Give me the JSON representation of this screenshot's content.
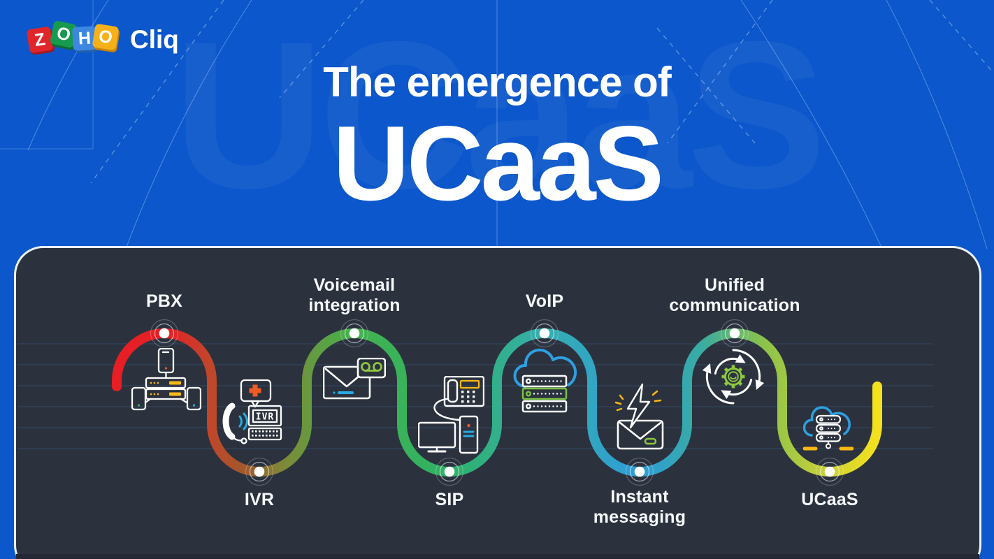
{
  "brand": {
    "logo_boxes": [
      {
        "letter": "Z",
        "color": "#e0262b"
      },
      {
        "letter": "O",
        "color": "#169a4e"
      },
      {
        "letter": "H",
        "color": "#3d87e0"
      },
      {
        "letter": "O",
        "color": "#f6b11a"
      }
    ],
    "product_name": "Cliq"
  },
  "header": {
    "title_line1": "The emergence of",
    "title_line2": "UCaaS",
    "background_watermark": "UCaaS"
  },
  "timeline": {
    "nodes": [
      {
        "label": "PBX",
        "position": "top",
        "icon": "pbx-network-icon"
      },
      {
        "label": "IVR",
        "position": "bottom",
        "icon": "ivr-system-icon"
      },
      {
        "label": "Voicemail integration",
        "position": "top",
        "icon": "voicemail-envelope-icon"
      },
      {
        "label": "SIP",
        "position": "bottom",
        "icon": "sip-phone-computer-icon"
      },
      {
        "label": "VoIP",
        "position": "top",
        "icon": "voip-cloud-servers-icon"
      },
      {
        "label": "Instant messaging",
        "position": "bottom",
        "icon": "instant-messaging-icon"
      },
      {
        "label": "Unified communication",
        "position": "top",
        "icon": "unified-communication-icon"
      },
      {
        "label": "UCaaS",
        "position": "bottom",
        "icon": "ucaas-cloud-server-icon"
      }
    ],
    "path_gradient": [
      "#e81e25",
      "#e32227",
      "#c2452a",
      "#a05a2c",
      "#7c8a38",
      "#44b24c",
      "#2eb168",
      "#36aeae",
      "#2d9dd8",
      "#3aaca0",
      "#8ac24a",
      "#c8d038",
      "#f4e11e"
    ]
  },
  "icon_text": {
    "ivr_screen": "IVR"
  },
  "colors": {
    "background_blue": "#0b57cb",
    "panel_dark": "#2b323e",
    "panel_border": "#edf1f7",
    "accent_yellow": "#fdb913",
    "accent_orange": "#f15a24",
    "accent_green": "#8dc63f",
    "accent_light_blue": "#29abe2",
    "cloud_blue": "#2e9fe0",
    "text_white": "#f7f9fb"
  }
}
